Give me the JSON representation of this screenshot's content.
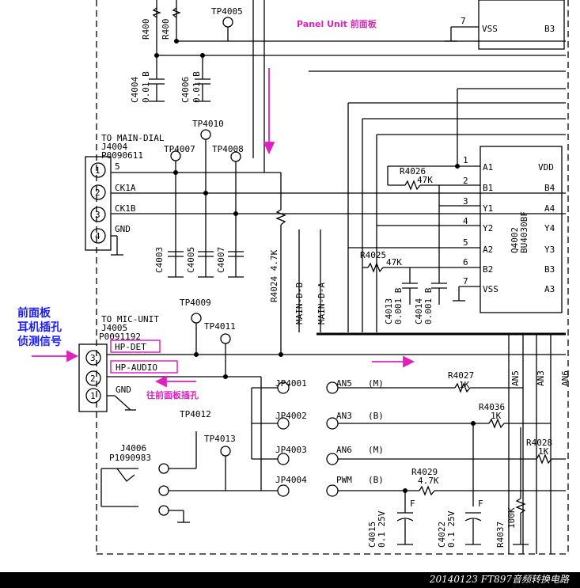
{
  "header": {
    "panel_unit": "Panel Unit 前面板"
  },
  "top_resistors": [
    "R400",
    "R400"
  ],
  "testpoints": [
    "TP4005",
    "TP4010",
    "TP4007",
    "TP4008",
    "TP4009",
    "TP4011",
    "TP4012",
    "TP4013"
  ],
  "top_caps": [
    {
      "ref": "C4004",
      "val": "0.01 B"
    },
    {
      "ref": "C4006",
      "val": "0.01 B"
    }
  ],
  "top_ic": {
    "pin": "7",
    "vss": "VSS",
    "b3": "B3"
  },
  "j4004": {
    "to": "TO MAIN-DIAL",
    "ref": "J4004",
    "part": "P0090611",
    "pins": [
      "1",
      "2",
      "3",
      "4"
    ],
    "labels": [
      "5",
      "CK1A",
      "CK1B",
      "GND"
    ]
  },
  "j4005": {
    "to": "TO MIC-UNIT",
    "ref": "J4005",
    "part": "P0091192",
    "pins": [
      "3",
      "2",
      "1"
    ],
    "hp_det": "HP-DET",
    "hp_audio": "HP-AUDIO",
    "gnd": "GND"
  },
  "j4006": {
    "ref": "J4006",
    "part": "P1090983"
  },
  "caps_mid": [
    {
      "ref": "C4003",
      "val": "**"
    },
    {
      "ref": "C4005",
      "val": "**"
    },
    {
      "ref": "C4007",
      "val": "**"
    }
  ],
  "r4024": "R4024 4.7K",
  "mains": [
    "MAIN-D-B",
    "MAIN-D-A"
  ],
  "q4002": {
    "ref": "Q4002",
    "part": "BU4030BF",
    "left_pins": [
      {
        "num": "1",
        "name": "A1"
      },
      {
        "num": "2",
        "name": "B1"
      },
      {
        "num": "3",
        "name": "Y1"
      },
      {
        "num": "4",
        "name": "Y2"
      },
      {
        "num": "5",
        "name": "A2"
      },
      {
        "num": "6",
        "name": "B2"
      },
      {
        "num": "7",
        "name": "VSS"
      }
    ],
    "right_pins": [
      "VDD",
      "B4",
      "A4",
      "Y4",
      "Y3",
      "B3",
      "A3"
    ]
  },
  "r4026": {
    "ref": "R4026",
    "val": "47K"
  },
  "r4025": {
    "ref": "R4025",
    "val": "47K"
  },
  "c4013": {
    "ref": "C4013",
    "val": "0.001 B"
  },
  "c4014": {
    "ref": "C4014",
    "val": "0.001 B"
  },
  "jumpers": [
    {
      "ref": "JP4001",
      "sig": "AN5",
      "opt": "(M)"
    },
    {
      "ref": "JP4002",
      "sig": "AN3",
      "opt": "(B)"
    },
    {
      "ref": "JP4003",
      "sig": "AN6",
      "opt": "(M)"
    },
    {
      "ref": "JP4004",
      "sig": "PWM",
      "opt": "(B)"
    }
  ],
  "bus_labels": [
    "AN5",
    "AN3",
    "AN6"
  ],
  "resistors_right": [
    {
      "ref": "R4027",
      "val": "1K"
    },
    {
      "ref": "R4036",
      "val": "1K"
    },
    {
      "ref": "R4028",
      "val": "1K"
    },
    {
      "ref": "R4029",
      "val": "4.7K"
    }
  ],
  "c4015": {
    "ref": "C4015",
    "val": "0.1 25V",
    "type": "F"
  },
  "c4022": {
    "ref": "C4022",
    "val": "0.1 25V",
    "type": "F"
  },
  "r4037": {
    "ref": "R4037",
    "val": "100K"
  },
  "annotations": {
    "front_panel": [
      "前面板",
      "耳机插孔",
      "侦测信号"
    ],
    "to_front_jack": "往前面板插孔"
  },
  "caption": "20140123 FT897音频转换电路",
  "colors": {
    "pink": "#e020c0",
    "blue": "#1a1aff",
    "black": "#000000"
  }
}
